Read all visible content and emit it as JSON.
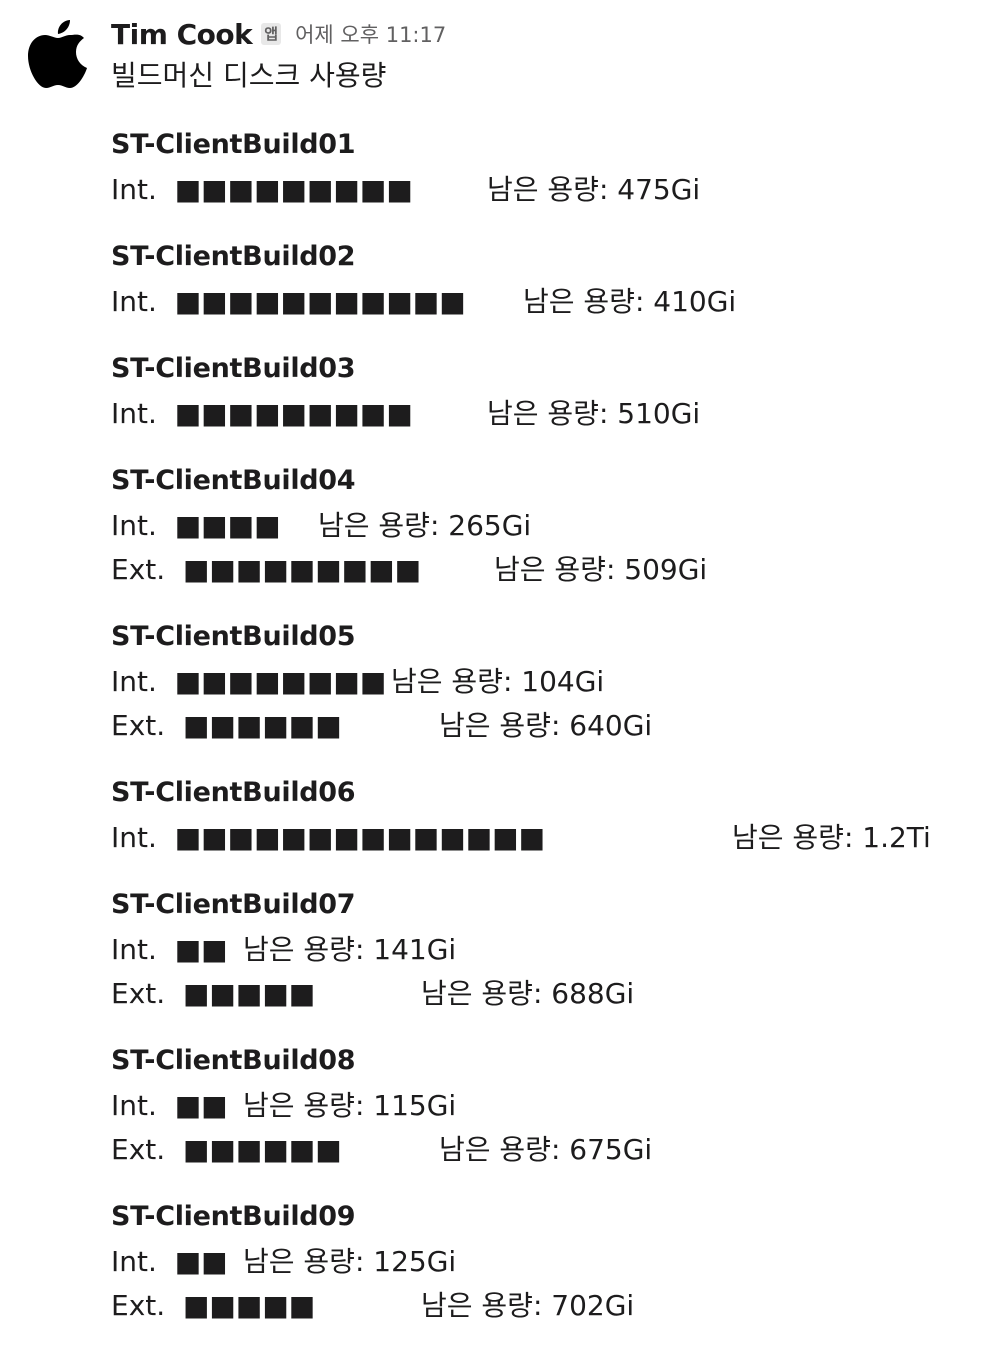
{
  "message": {
    "sender": "Tim Cook",
    "app_badge": "앱",
    "timestamp": "어제 오후 11:17",
    "avatar_icon": "apple-logo-icon",
    "title": "빌드머신 디스크 사용량"
  },
  "machines": [
    {
      "name": "ST-ClientBuild01",
      "drives": [
        {
          "label": "Int.",
          "bars": "■■■■■■■■■",
          "remaining": "남은 용량: 475Gi",
          "used_blocks": 9
        }
      ]
    },
    {
      "name": "ST-ClientBuild02",
      "drives": [
        {
          "label": "Int.",
          "bars": "■■■■■■■■■■■",
          "remaining": "남은 용량: 410Gi",
          "used_blocks": 11
        }
      ]
    },
    {
      "name": "ST-ClientBuild03",
      "drives": [
        {
          "label": "Int.",
          "bars": "■■■■■■■■■",
          "remaining": "남은 용량: 510Gi",
          "used_blocks": 9
        }
      ]
    },
    {
      "name": "ST-ClientBuild04",
      "drives": [
        {
          "label": "Int.",
          "bars": "■■■■",
          "remaining": "남은 용량: 265Gi",
          "used_blocks": 4
        },
        {
          "label": "Ext.",
          "bars": "■■■■■■■■■",
          "remaining": "남은 용량: 509Gi",
          "used_blocks": 9
        }
      ]
    },
    {
      "name": "ST-ClientBuild05",
      "drives": [
        {
          "label": "Int.",
          "bars": "■■■■■■■■",
          "remaining": "남은 용량: 104Gi",
          "used_blocks": 8
        },
        {
          "label": "Ext.",
          "bars": "■■■■■■",
          "remaining": "남은 용량: 640Gi",
          "used_blocks": 6
        }
      ]
    },
    {
      "name": "ST-ClientBuild06",
      "drives": [
        {
          "label": "Int.",
          "bars": "■■■■■■■■■■■■■■",
          "remaining": "남은 용량: 1.2Ti",
          "used_blocks": 14
        }
      ]
    },
    {
      "name": "ST-ClientBuild07",
      "drives": [
        {
          "label": "Int.",
          "bars": "■■",
          "remaining": "남은 용량: 141Gi",
          "used_blocks": 2
        },
        {
          "label": "Ext.",
          "bars": "■■■■■",
          "remaining": "남은 용량: 688Gi",
          "used_blocks": 5
        }
      ]
    },
    {
      "name": "ST-ClientBuild08",
      "drives": [
        {
          "label": "Int.",
          "bars": "■■",
          "remaining": "남은 용량: 115Gi",
          "used_blocks": 2
        },
        {
          "label": "Ext.",
          "bars": "■■■■■■",
          "remaining": "남은 용량: 675Gi",
          "used_blocks": 6
        }
      ]
    },
    {
      "name": "ST-ClientBuild09",
      "drives": [
        {
          "label": "Int.",
          "bars": "■■",
          "remaining": "남은 용량: 125Gi",
          "used_blocks": 2
        },
        {
          "label": "Ext.",
          "bars": "■■■■■",
          "remaining": "남은 용량: 702Gi",
          "used_blocks": 5
        }
      ]
    }
  ]
}
